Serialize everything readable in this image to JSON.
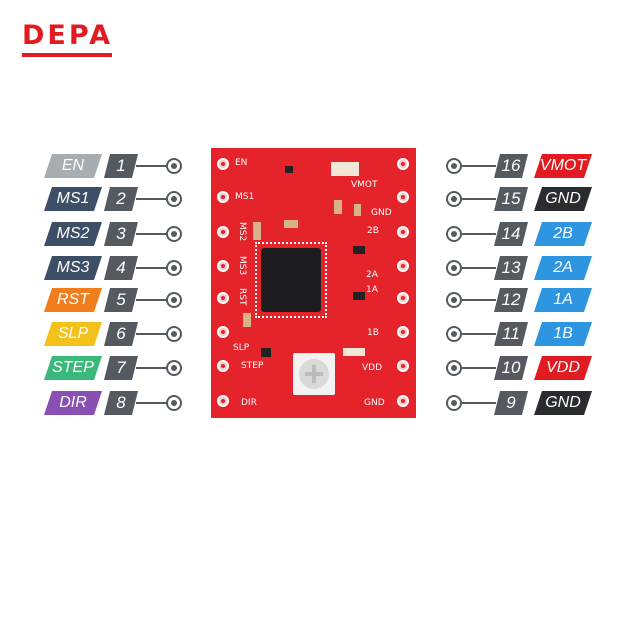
{
  "logo": {
    "text": "DEPA"
  },
  "left_pins": [
    {
      "label": "EN",
      "num": "1",
      "color": "#a8adb2"
    },
    {
      "label": "MS1",
      "num": "2",
      "color": "#3d4f66"
    },
    {
      "label": "MS2",
      "num": "3",
      "color": "#3d4f66"
    },
    {
      "label": "MS3",
      "num": "4",
      "color": "#3d4f66"
    },
    {
      "label": "RST",
      "num": "5",
      "color": "#f07e1c"
    },
    {
      "label": "SLP",
      "num": "6",
      "color": "#f3c21a"
    },
    {
      "label": "STEP",
      "num": "7",
      "color": "#3bb97a"
    },
    {
      "label": "DIR",
      "num": "8",
      "color": "#8a4fb3"
    }
  ],
  "right_pins": [
    {
      "label": "VMOT",
      "num": "16",
      "color": "#e11b22"
    },
    {
      "label": "GND",
      "num": "15",
      "color": "#2a2c30"
    },
    {
      "label": "2B",
      "num": "14",
      "color": "#2e95e0"
    },
    {
      "label": "2A",
      "num": "13",
      "color": "#2e95e0"
    },
    {
      "label": "1A",
      "num": "12",
      "color": "#2e95e0"
    },
    {
      "label": "1B",
      "num": "11",
      "color": "#2e95e0"
    },
    {
      "label": "VDD",
      "num": "10",
      "color": "#e11b22"
    },
    {
      "label": "GND",
      "num": "9",
      "color": "#2a2c30"
    }
  ],
  "board": {
    "left_labels": [
      "EN",
      "MS1",
      "MS2",
      "MS3",
      "RST",
      "SLP",
      "STEP",
      "DIR"
    ],
    "right_labels": [
      "VMOT",
      "GND",
      "2B",
      "2A",
      "1A",
      "1B",
      "VDD",
      "GND"
    ]
  }
}
